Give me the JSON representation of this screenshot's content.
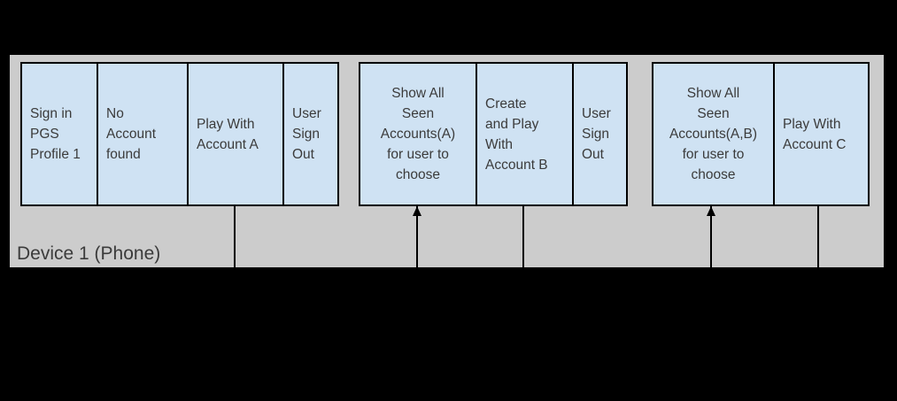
{
  "device_label": "Device 1 (Phone)",
  "colors": {
    "background": "#000000",
    "band": "#cccccc",
    "box_fill": "#cfe2f3",
    "border": "#000000",
    "text": "#3b3b3b"
  },
  "groups": [
    {
      "boxes": [
        {
          "label": "Sign in\nPGS\nProfile 1"
        },
        {
          "label": "No\nAccount\nfound"
        },
        {
          "label": "Play With\nAccount A"
        },
        {
          "label": "User\nSign\nOut"
        }
      ]
    },
    {
      "boxes": [
        {
          "label": "Show All\nSeen\nAccounts(A)\nfor user to\nchoose"
        },
        {
          "label": "Create\nand Play\nWith\nAccount B"
        },
        {
          "label": "User\nSign\nOut"
        }
      ]
    },
    {
      "boxes": [
        {
          "label": "Show All\nSeen\nAccounts(A,B)\nfor user to\nchoose"
        },
        {
          "label": "Play With\nAccount C"
        }
      ]
    }
  ],
  "connectors": [
    {
      "under": "Play With Account A",
      "arrowhead": false
    },
    {
      "under": "Show All Seen Accounts(A) for user to choose",
      "arrowhead": true,
      "direction": "up"
    },
    {
      "under": "Create and Play With Account B",
      "arrowhead": false
    },
    {
      "under": "Show All Seen Accounts(A,B) for user to choose",
      "arrowhead": true,
      "direction": "up"
    },
    {
      "under": "Play With Account C",
      "arrowhead": false
    }
  ]
}
